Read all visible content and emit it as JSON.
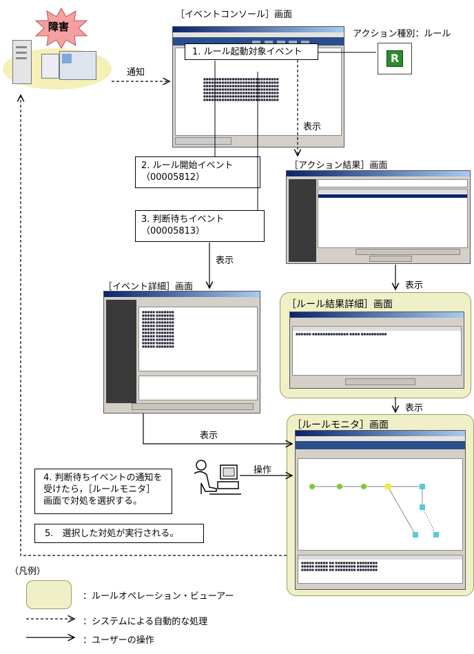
{
  "titles": {
    "event_console": "［イベントコンソール］画面",
    "action_type": "アクション種別：ルール",
    "action_result": "［アクション結果］画面",
    "event_detail": "［イベント詳細］画面",
    "rule_result_detail": "［ルール結果詳細］画面",
    "rule_monitor": "［ルールモニタ］画面"
  },
  "labels": {
    "failure": "障害",
    "notify": "通知",
    "display": "表示",
    "operation": "操作",
    "legend_heading": "（凡例）"
  },
  "boxes": {
    "rule_trigger_event": "1. ルール起動対象イベント",
    "rule_start_event_line1": "2. ルール開始イベント",
    "rule_start_event_line2": "（00005812）",
    "judgment_wait_event_line1": "3. 判断待ちイベント",
    "judgment_wait_event_line2": "（00005813）",
    "step4_line1": "4. 判断待ちイベントの通知を",
    "step4_line2": "受けたら，［ルールモニタ］",
    "step4_line3": "画面で対処を選択する。",
    "step5": "5.　選択した対処が実行される。"
  },
  "legend": {
    "rule_operation_viewer": "：ルールオペレーション・ビューアー",
    "auto_process": "：システムによる自動的な処理",
    "user_operation": "：ユーザーの操作"
  },
  "colors": {
    "failure_burst": "#f4a0a0",
    "panel": "#f0f0c8",
    "server_ellipse": "#f4f0b8",
    "window_title": "#0a246a"
  }
}
